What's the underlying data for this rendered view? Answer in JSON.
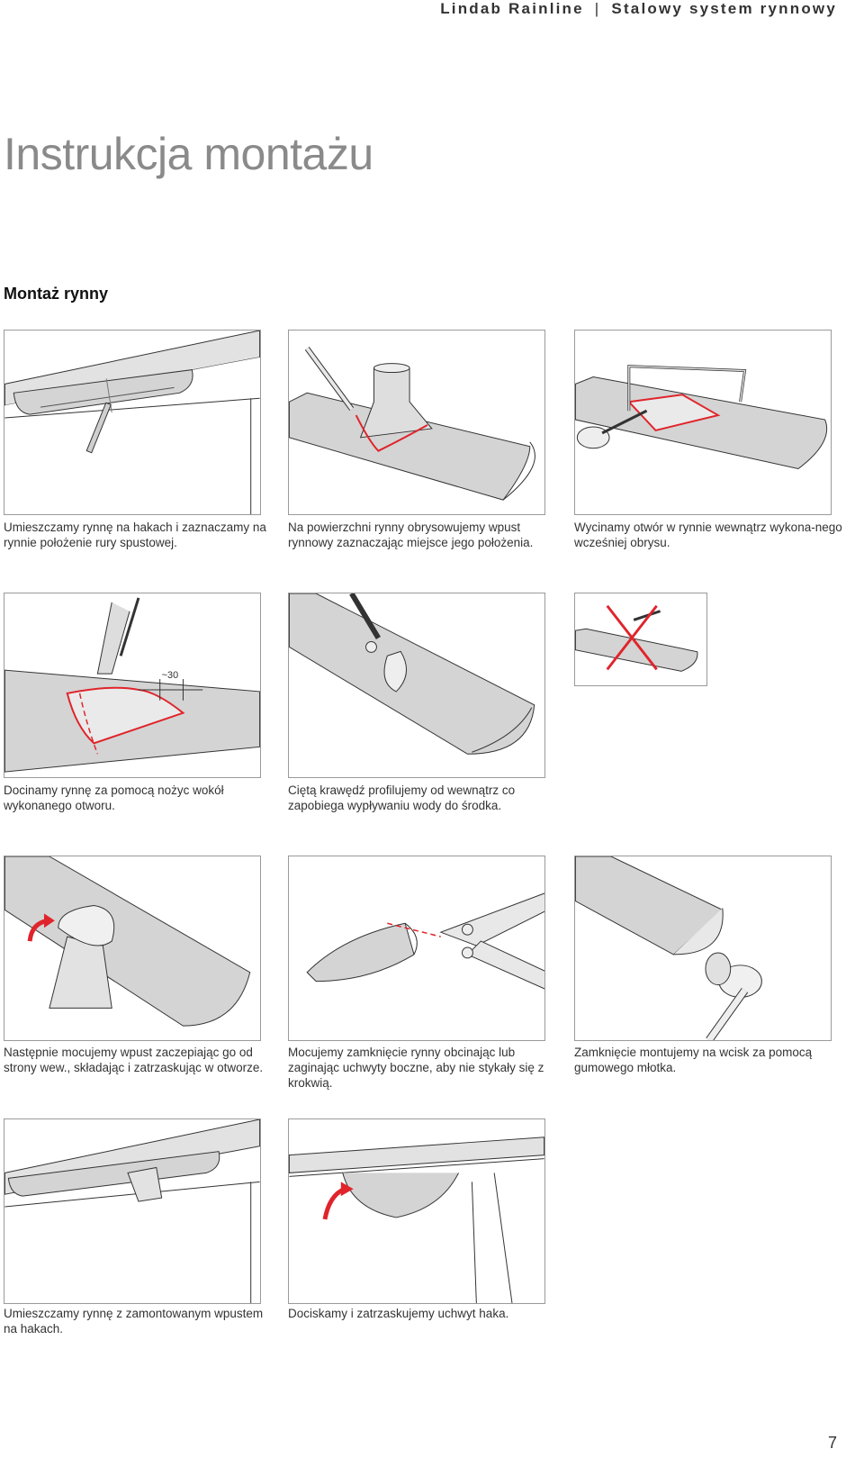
{
  "header": {
    "brand": "Lindab Rainline",
    "separator": "|",
    "series": "Stalowy system rynnowy"
  },
  "title": "Instrukcja montażu",
  "section": "Montaż rynny",
  "steps": [
    {
      "caption": "Umieszczamy rynnę na hakach i zaznaczamy na rynnie położenie rury spustowej."
    },
    {
      "caption": "Na powierzchni rynny obrysowujemy wpust rynnowy zaznaczając miejsce jego położenia."
    },
    {
      "caption": " Wycinamy otwór w rynnie wewnątrz wykona-nego wcześniej obrysu."
    },
    {
      "caption": "Docinamy rynnę za pomocą nożyc wokół wykonanego otworu.",
      "dimension": "~30"
    },
    {
      "caption": "Ciętą krawędź profilujemy od wewnątrz co zapobiega wypływaniu wody do środka."
    },
    {
      "caption": "Następnie mocujemy wpust zaczepiając go od strony wew., składając i zatrzaskując w otworze."
    },
    {
      "caption": "Mocujemy zamknięcie rynny obcinając lub zaginając uchwyty boczne, aby nie stykały się z krokwią."
    },
    {
      "caption": "Zamknięcie montujemy na wcisk za pomocą gumowego młotka."
    },
    {
      "caption": "Umieszczamy rynnę z zamontowanym wpustem na hakach."
    },
    {
      "caption": "Dociskamy i zatrzaskujemy uchwyt haka."
    }
  ],
  "page_number": "7",
  "colors": {
    "mark_red": "#e0242b",
    "gutter_gray": "#d4d4d4",
    "line": "#333333"
  }
}
